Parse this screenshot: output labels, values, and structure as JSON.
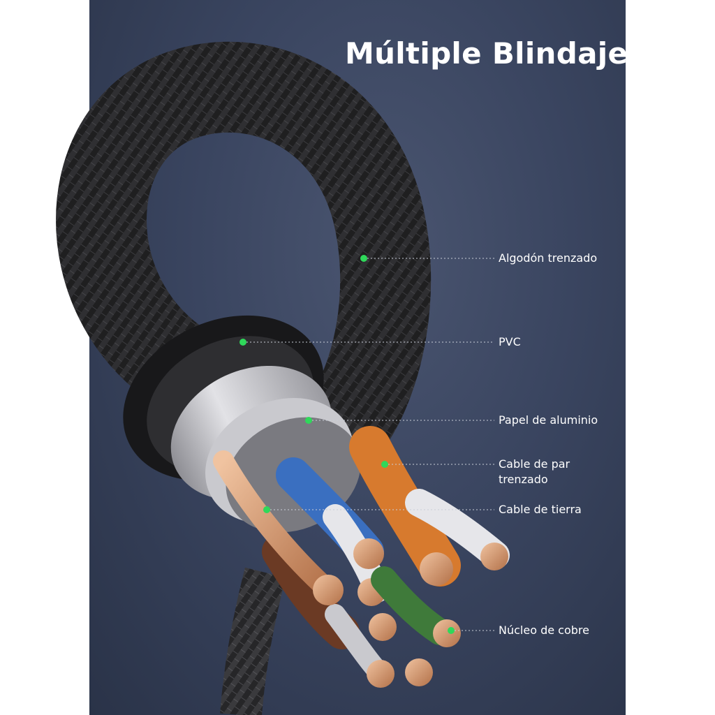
{
  "title": "Múltiple Blindaje",
  "labels": {
    "braided_cotton": "Algodón trenzado",
    "pvc": "PVC",
    "aluminum_foil": "Papel de aluminio",
    "twisted_pair_line1": "Cable de par",
    "twisted_pair_line2": "trenzado",
    "ground_wire": "Cable de tierra",
    "copper_core": "Núcleo de cobre"
  },
  "colors": {
    "background": "#36405a",
    "marker": "#2fd85a",
    "braid": "#2b2b2d",
    "jacket": "#1e1e20",
    "foil": "#c8c8cc",
    "copper": "#d89a72",
    "orange_insulation": "#d77a2e",
    "blue_insulation": "#3a6fc0",
    "brown_insulation": "#6b3a24",
    "green_insulation": "#3f7a3a"
  }
}
